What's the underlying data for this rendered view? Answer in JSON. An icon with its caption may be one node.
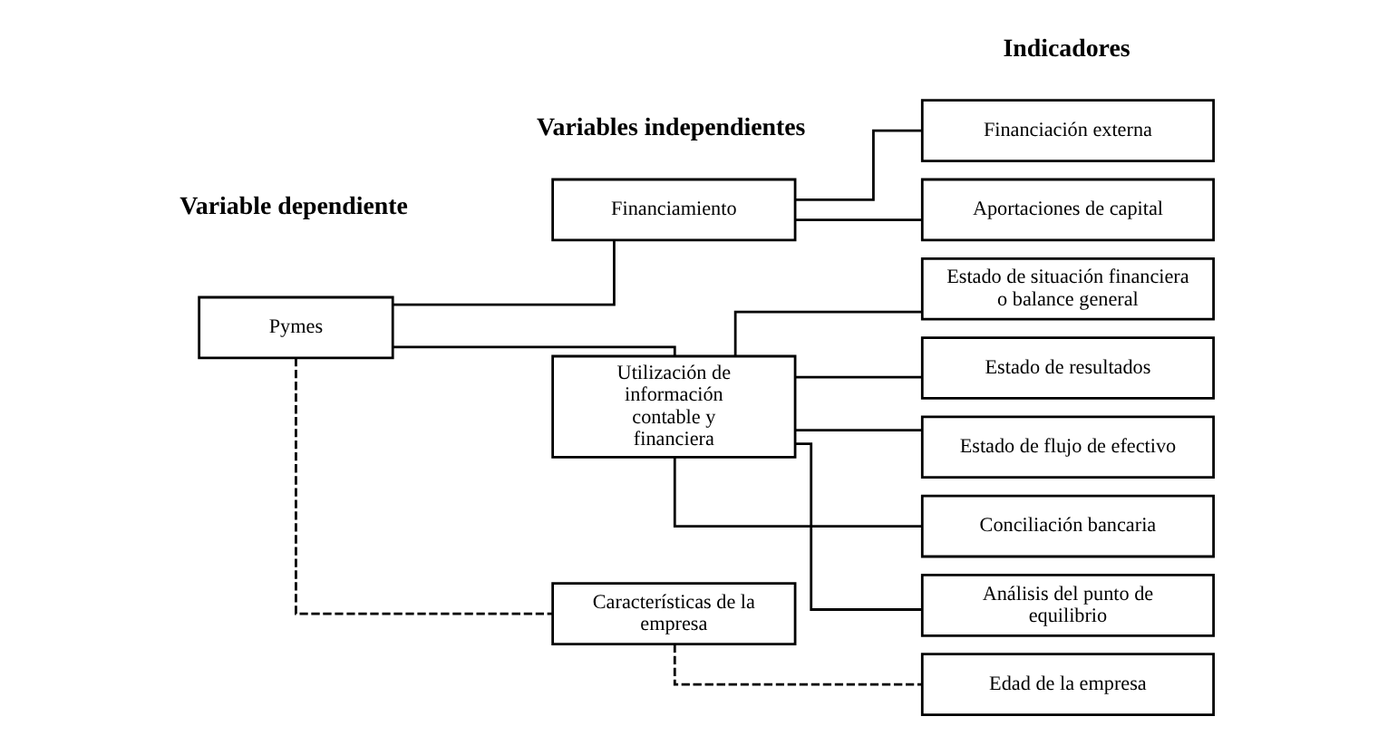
{
  "diagram": {
    "nodes": [
      {
        "text": [
          "Pymes"
        ]
      },
      {
        "text": [
          "Financiamiento"
        ]
      },
      {
        "text": [
          "Utilización de información contable y financiera"
        ]
      },
      {
        "text": [
          "Características de la empresa"
        ]
      },
      {
        "text": [
          "Financiación externa"
        ]
      },
      {
        "text": [
          "Aportaciones de capital"
        ]
      },
      {
        "text": [
          "Estado de situación financiera o balance general"
        ]
      },
      {
        "text": [
          "Estado de resultados"
        ]
      },
      {
        "text": [
          "Estado de flujo de efectivo"
        ]
      },
      {
        "text": [
          "Conciliación bancaria"
        ]
      },
      {
        "text": [
          "Análisis del punto de equilibrio"
        ]
      },
      {
        "text": [
          "Edad de la empresa"
        ]
      }
    ],
    "edges": [
      {
        "from": 0,
        "to": 1,
        "arrow": "none"
      },
      {
        "from": 0,
        "to": 2,
        "arrow": "none"
      },
      {
        "from": 0,
        "to": 3,
        "arrow": "none",
        "style": "dashed"
      },
      {
        "from": 1,
        "to": 4,
        "arrow": "none"
      },
      {
        "from": 1,
        "to": 5,
        "arrow": "none"
      },
      {
        "from": 2,
        "to": 6,
        "arrow": "none"
      },
      {
        "from": 2,
        "to": 7,
        "arrow": "none"
      },
      {
        "from": 2,
        "to": 8,
        "arrow": "none"
      },
      {
        "from": 2,
        "to": 9,
        "arrow": "none"
      },
      {
        "from": 2,
        "to": 10,
        "arrow": "none"
      },
      {
        "from": 3,
        "to": 11,
        "arrow": "none",
        "style": "dashed"
      }
    ],
    "labels": [
      "Variable dependiente",
      "Variables independientes",
      "Indicadores"
    ]
  }
}
